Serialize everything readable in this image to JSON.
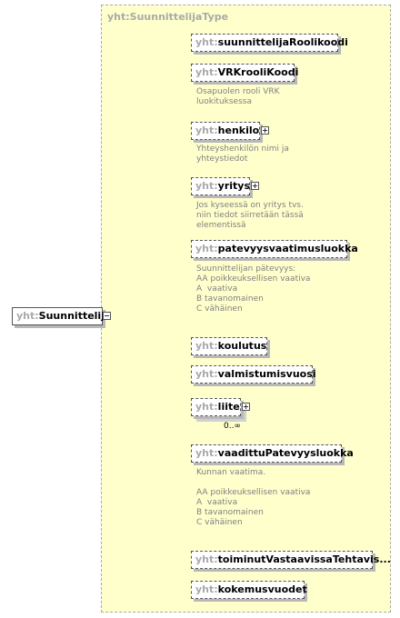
{
  "type_name": "yht:SuunnittelijaType",
  "root": {
    "ns": "yht:",
    "name": "Suunnittelija"
  },
  "cardinality_liite": "0..∞",
  "elements": [
    {
      "ns": "yht:",
      "name": "suunnittelijaRoolikoodi",
      "desc": ""
    },
    {
      "ns": "yht:",
      "name": "VRKrooliKoodi",
      "desc": "Osapuolen rooli VRK\nluokituksessa"
    },
    {
      "ns": "yht:",
      "name": "henkilo",
      "desc": "Yhteyshenkilön nimi ja\nyhteystiedot"
    },
    {
      "ns": "yht:",
      "name": "yritys",
      "desc": "Jos kyseessä on yritys tvs.\nniin tiedot siirretään tässä\nelementissä"
    },
    {
      "ns": "yht:",
      "name": "patevyysvaatimusluokka",
      "desc": "Suunnittelijan pätevyys:\nAA poikkeuksellisen vaativa\nA  vaativa\nB tavanomainen\nC vähäinen"
    },
    {
      "ns": "yht:",
      "name": "koulutus",
      "desc": ""
    },
    {
      "ns": "yht:",
      "name": "valmistumisvuosi",
      "desc": ""
    },
    {
      "ns": "yht:",
      "name": "liite",
      "desc": ""
    },
    {
      "ns": "yht:",
      "name": "vaadittuPatevyysluokka",
      "desc": "Kunnan vaatima.\n\nAA poikkeuksellisen vaativa\nA  vaativa\nB tavanomainen\nC vähäinen"
    },
    {
      "ns": "yht:",
      "name": "toiminutVastaavissaTehtavis...",
      "desc": ""
    },
    {
      "ns": "yht:",
      "name": "kokemusvuodet",
      "desc": ""
    }
  ]
}
